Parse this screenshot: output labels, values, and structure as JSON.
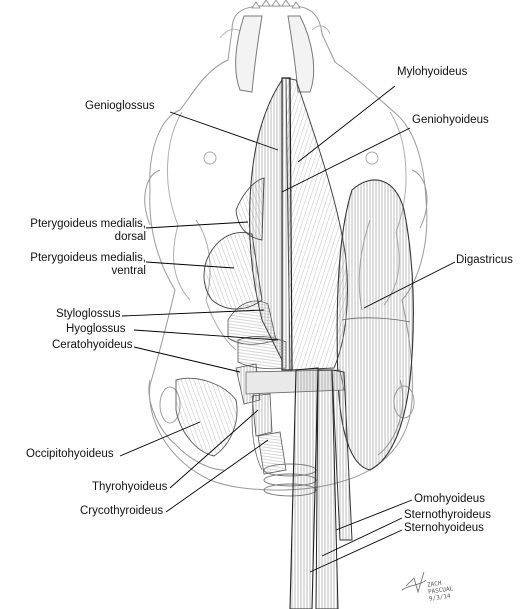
{
  "labels": {
    "mylohyoideus": "Mylohyoideus",
    "genioglossus": "Genioglossus",
    "geniohyoideus": "Geniohyoideus",
    "pterygoideus_dorsal_line1": "Pterygoideus medialis,",
    "pterygoideus_dorsal_line2": "dorsal",
    "pterygoideus_ventral_line1": "Pterygoideus medialis,",
    "pterygoideus_ventral_line2": "ventral",
    "digastricus": "Digastricus",
    "styloglossus": "Styloglossus",
    "hyoglossus": "Hyoglossus",
    "ceratohyoideus": "Ceratohyoideus",
    "occipitohyoideus": "Occipitohyoideus",
    "thyrohyoideus": "Thyrohyoideus",
    "crycothyroideus": "Crycothyroideus",
    "omohyoideus": "Omohyoideus",
    "sternothyroideus": "Sternothyroideus",
    "sternohyoideus": "Sternohyoideus"
  },
  "signature": {
    "line1": "ZACH",
    "line2": "PASCUAL",
    "line3": "9/3/14"
  }
}
